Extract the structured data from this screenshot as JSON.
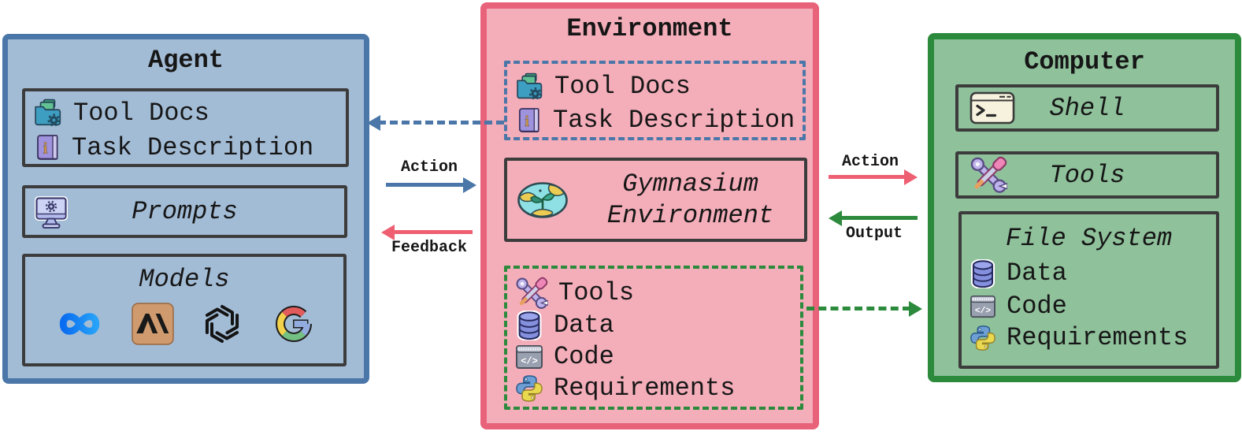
{
  "agent": {
    "title": "Agent",
    "context_items": [
      {
        "icon": "tool-docs-icon",
        "label": "Tool Docs"
      },
      {
        "icon": "task-description-icon",
        "label": "Task Description"
      }
    ],
    "prompts_label": "Prompts",
    "models_label": "Models",
    "model_logos": [
      "meta-logo",
      "anthropic-logo",
      "openai-logo",
      "google-logo"
    ]
  },
  "environment": {
    "title": "Environment",
    "context_items": [
      {
        "icon": "tool-docs-icon",
        "label": "Tool Docs"
      },
      {
        "icon": "task-description-icon",
        "label": "Task Description"
      }
    ],
    "gymnasium_line1": "Gymnasium",
    "gymnasium_line2": "Environment",
    "gymnasium_icon": "globe-plant-icon",
    "resource_items": [
      {
        "icon": "crossed-tools-icon",
        "label": "Tools"
      },
      {
        "icon": "database-icon",
        "label": "Data"
      },
      {
        "icon": "code-window-icon",
        "label": "Code"
      },
      {
        "icon": "python-icon",
        "label": "Requirements"
      }
    ]
  },
  "computer": {
    "title": "Computer",
    "shell_label": "Shell",
    "shell_icon": "terminal-icon",
    "tools_label": "Tools",
    "tools_icon": "crossed-tools-icon",
    "file_system": {
      "title": "File System",
      "items": [
        {
          "icon": "database-icon",
          "label": "Data"
        },
        {
          "icon": "code-window-icon",
          "label": "Code"
        },
        {
          "icon": "python-icon",
          "label": "Requirements"
        }
      ]
    }
  },
  "arrows": {
    "agent_env_action": "Action",
    "agent_env_feedback": "Feedback",
    "env_computer_action": "Action",
    "env_computer_output": "Output"
  },
  "colors": {
    "agent_border": "#4a76a8",
    "agent_bg": "#a3bcd6",
    "environment_border": "#e8637a",
    "environment_bg": "#f4aeba",
    "computer_border": "#2c8a3c",
    "computer_bg": "#8fc19b",
    "inner_border": "#3c3c3c",
    "action_blue": "#4a76a8",
    "feedback_red": "#ee5f72",
    "output_green": "#2c8a3c"
  }
}
